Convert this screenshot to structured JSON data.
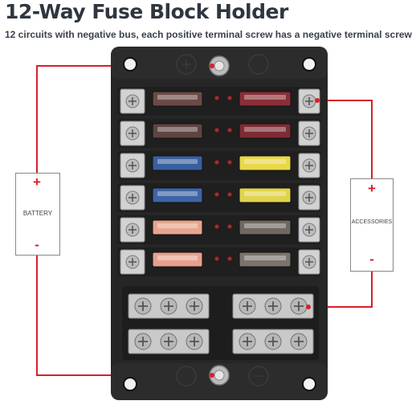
{
  "header": {
    "title": "12-Way Fuse Block Holder",
    "subtitle": "12 circuits with negative bus, each positive terminal screw has a negative terminal screw"
  },
  "battery": {
    "label": "BATTERY",
    "positive": "+",
    "negative": "-"
  },
  "accessories": {
    "label": "ACCESSORIES",
    "positive": "+",
    "negative": "-"
  },
  "fuses": {
    "left_colors": [
      "#6b4a45",
      "#5e4541",
      "#3a5f9e",
      "#3f64a6",
      "#e8a58e",
      "#e6a18e"
    ],
    "right_colors": [
      "#8a2e38",
      "#7d2c33",
      "#e8d84a",
      "#e0d44e",
      "#6e6860",
      "#7a746c"
    ]
  },
  "colors": {
    "wire": "#d8202a",
    "block": "#232323",
    "title": "#2f3640"
  }
}
